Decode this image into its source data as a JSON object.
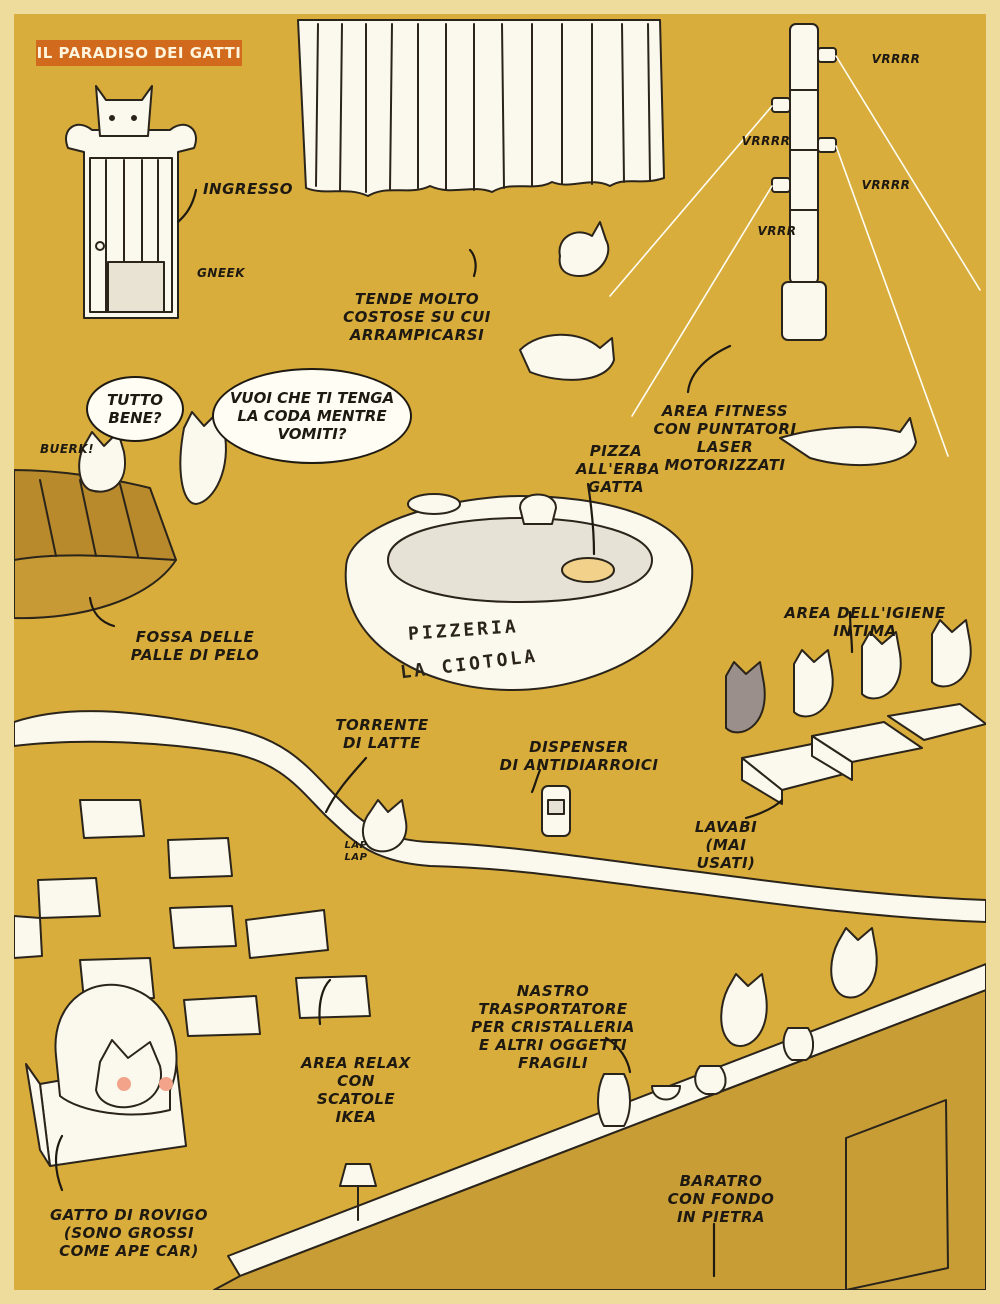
{
  "title": "IL PARADISO DEI GATTI",
  "labels": {
    "ingresso": "INGRESSO",
    "gneek": "GNEEK",
    "tende": "TENDE MOLTO\nCOSTOSE SU CUI\nARRAMPICARSI",
    "vrrrr_top": "VRRRR",
    "vrrrr_mid": "VRRRR",
    "vrrrr_right": "VRRRR",
    "vrrr": "VRRR",
    "fitness": "AREA FITNESS\nCON PUNTATORI\nLASER\nMOTORIZZATI",
    "buerk": "BUERK!",
    "pizza": "PIZZA\nALL'ERBA\nGATTA",
    "fossa": "FOSSA DELLE\nPALLE DI PELO",
    "igiene": "AREA DELL'IGIENE INTIMA",
    "torrente": "TORRENTE\nDI LATTE",
    "dispenser": "DISPENSER\nDI ANTIDIARROICI",
    "lap": "LAP\nLAP",
    "lavabi": "LAVABI\n(MAI USATI)",
    "nastro": "NASTRO\nTRASPORTATORE\nPER CRISTALLERIA\nE ALTRI OGGETTI\nFRAGILI",
    "relax": "AREA RELAX\nCON SCATOLE\nIKEA",
    "baratro": "BARATRO\nCON FONDO\nIN PIETRA",
    "rovigo": "GATTO DI ROVIGO\n(SONO GROSSI\nCOME APE CAR)"
  },
  "bubbles": {
    "tutto_bene": "TUTTO\nBENE?",
    "vuoi": "VUOI CHE TI TENGA\nLA CODA MENTRE\nVOMITI?"
  },
  "pizzeria_sign": {
    "line1": "PIZZERIA",
    "line2": "LA CIOTOLA"
  },
  "colors": {
    "ground": "#d9ad3c",
    "border": "#eedc9c",
    "title_bg": "#d26a1e",
    "ink": "#1e1a12",
    "white": "#fbf8ee",
    "grey": "#9a8f8a"
  }
}
